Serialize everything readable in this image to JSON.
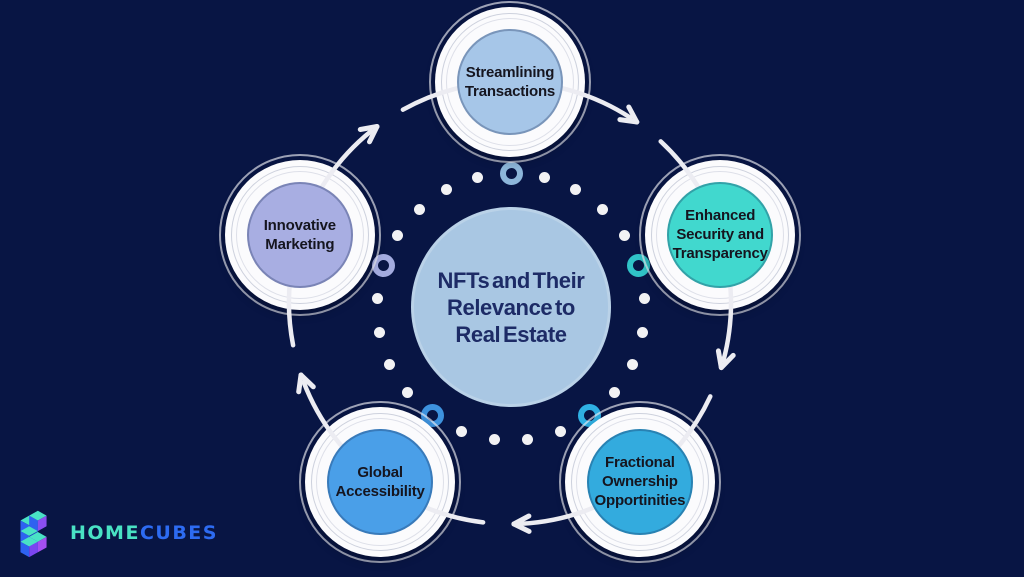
{
  "colors": {
    "background": "#081544",
    "arc": "#ECECF2",
    "ring_dot": "#F2F2F4",
    "node_ring": "#FBFBFD",
    "node_text": "#15151F"
  },
  "diagram": {
    "center": {
      "label": "NFTs and Their Relevance to Real Estate",
      "lines": [
        "NFTs and Their",
        "Relevance to",
        "Real Estate"
      ],
      "fill": "#A9C7E3",
      "text_color": "#1D2B66"
    },
    "nodes": [
      {
        "id": "streamlining-transactions",
        "label": "Streamlining Transactions",
        "angle": 90,
        "fill": "#A6C6E8",
        "accent_dot": "#8DB6DA"
      },
      {
        "id": "enhanced-security-and-transparency",
        "label": "Enhanced Security and Transparency",
        "angle": 18,
        "fill": "#41D8CE",
        "accent_dot": "#30C3C7"
      },
      {
        "id": "fractional-ownership-opportinities",
        "label": "Fractional Ownership Opportinities",
        "angle": 306,
        "fill": "#33ABDE",
        "accent_dot": "#2FB0E3"
      },
      {
        "id": "global-accessibility",
        "label": "Global Accessibility",
        "angle": 234,
        "fill": "#4A9FE8",
        "accent_dot": "#3D92DE"
      },
      {
        "id": "innovative-marketing",
        "label": "Innovative Marketing",
        "angle": 162,
        "fill": "#A8AEE2",
        "accent_dot": "#A3ABDF"
      }
    ]
  },
  "logo": {
    "text_primary": "HOME",
    "text_secondary": "CUBES",
    "primary_color": "#49E2C4",
    "secondary_color": "#2D6BF2"
  }
}
